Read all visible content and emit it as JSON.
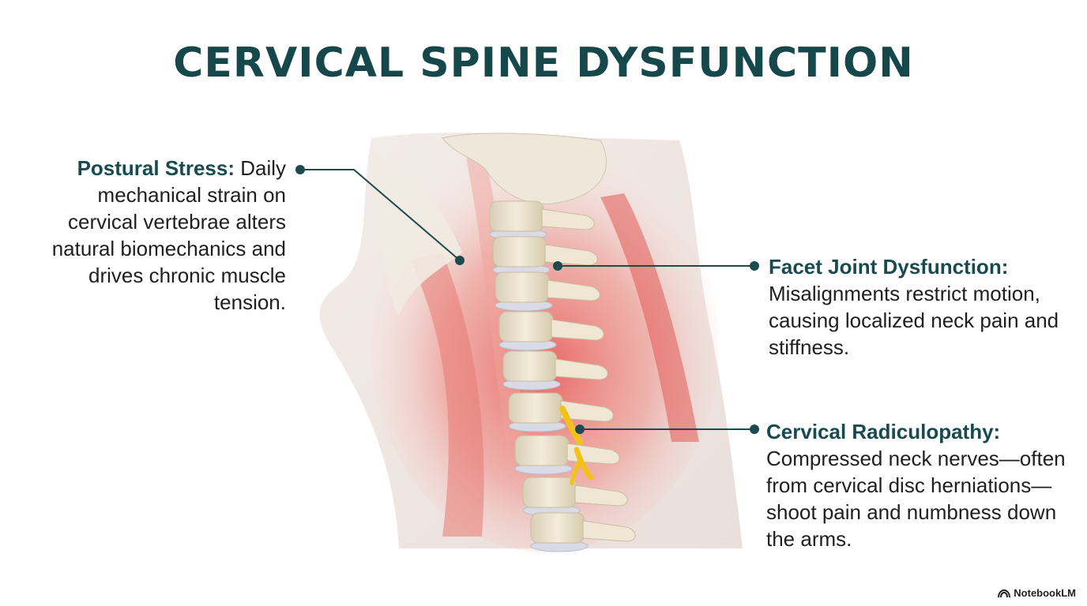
{
  "title": "CERVICAL SPINE DYSFUNCTION",
  "callouts": {
    "postural": {
      "heading": "Postural Stress:",
      "body": " Daily mechanical strain on cervical vertebrae alters natural biomechanics and drives chronic muscle tension."
    },
    "facet": {
      "heading": "Facet Joint Dysfunction:",
      "body": " Misalignments restrict motion, causing localized neck pain and stiffness."
    },
    "radiculopathy": {
      "heading": "Cervical Radiculopathy:",
      "body": " Compressed neck nerves—often from cervical disc herniations—shoot pain and numbness down the arms."
    }
  },
  "brand": {
    "label": "NotebookLM"
  },
  "colors": {
    "title": "#15474b",
    "leader": "#1d4a4e",
    "muscle": "#e35b57",
    "bone": "#ece3cf",
    "disc": "#d8dbe6",
    "nerve": "#f2c21a"
  }
}
